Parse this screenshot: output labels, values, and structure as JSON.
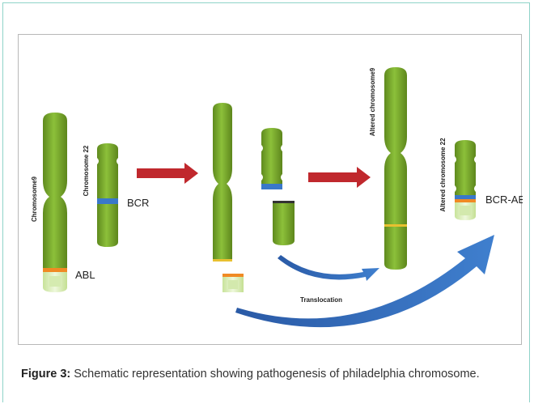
{
  "diagram": {
    "labels": {
      "chromosome9": "Chromosome9",
      "chromosome22": "Chromosome 22",
      "bcr": "BCR",
      "abl": "ABL",
      "altered_chromosome9": "Altered chromosome9",
      "altered_chromosome22": "Altered chromosome 22",
      "bcr_abl": "BCR-ABL",
      "translocation": "Translocation"
    },
    "colors": {
      "chromosome_green": "#7aa82c",
      "abl_orange": "#f08a24",
      "bcr_blue": "#3a78c9",
      "fragment_light": "#d9edb0",
      "arrow_red": "#c0282d",
      "arrow_blue": "#2d63b0"
    }
  },
  "caption": {
    "label": "Figure 3:",
    "text": " Schematic representation showing pathogenesis of philadelphia chromosome."
  }
}
